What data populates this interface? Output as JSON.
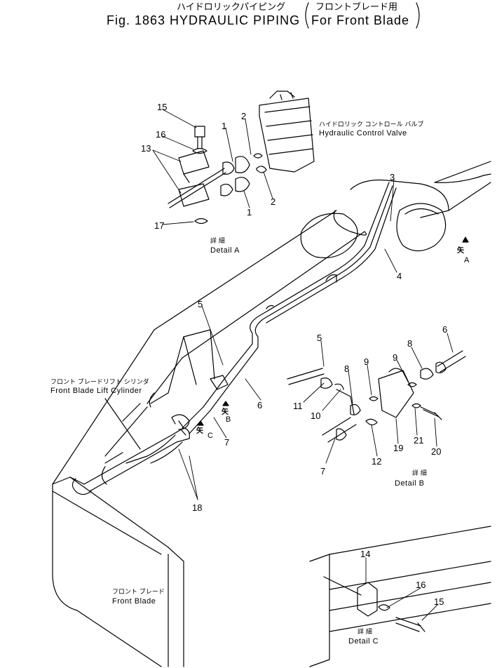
{
  "title": {
    "jp_main": "ハイドロリックパイピング",
    "jp_sub": "フロントブレード用",
    "en_main": "Fig. 1863 HYDRAULIC PIPING",
    "en_sub": "For Front Blade"
  },
  "labels": {
    "valve_jp": "ハイドロリック コントロール バルブ",
    "valve_en": "Hydraulic Control Valve",
    "cylinder_jp": "フロント ブレードリフト シリンダ",
    "cylinder_en": "Front Blade Lift Cylinder",
    "blade_jp": "フロント ブレード",
    "blade_en": "Front Blade"
  },
  "details": {
    "a_jp": "詳 細",
    "a_en": "Detail A",
    "b_jp": "詳 細",
    "b_en": "Detail B",
    "c_jp": "詳 細",
    "c_en": "Detail C",
    "mark_a": "矢",
    "letter_a": "A",
    "mark_b": "矢",
    "letter_b": "B",
    "mark_c": "矢",
    "letter_c": "C"
  },
  "callouts": {
    "a15": "15",
    "a16": "16",
    "a13": "13",
    "a17": "17",
    "a1_top": "1",
    "a2_top": "2",
    "a1_bot": "1",
    "a2_bot": "2",
    "m3": "3",
    "m4": "4",
    "m5": "5",
    "m6": "6",
    "m7": "7",
    "m18": "18",
    "b5": "5",
    "b8a": "8",
    "b9a": "9",
    "b9b": "9",
    "b8b": "8",
    "b6": "6",
    "b11": "11",
    "b10": "10",
    "b7": "7",
    "b12": "12",
    "b19": "19",
    "b21": "21",
    "b20": "20",
    "c14": "14",
    "c16": "16",
    "c15": "15"
  }
}
